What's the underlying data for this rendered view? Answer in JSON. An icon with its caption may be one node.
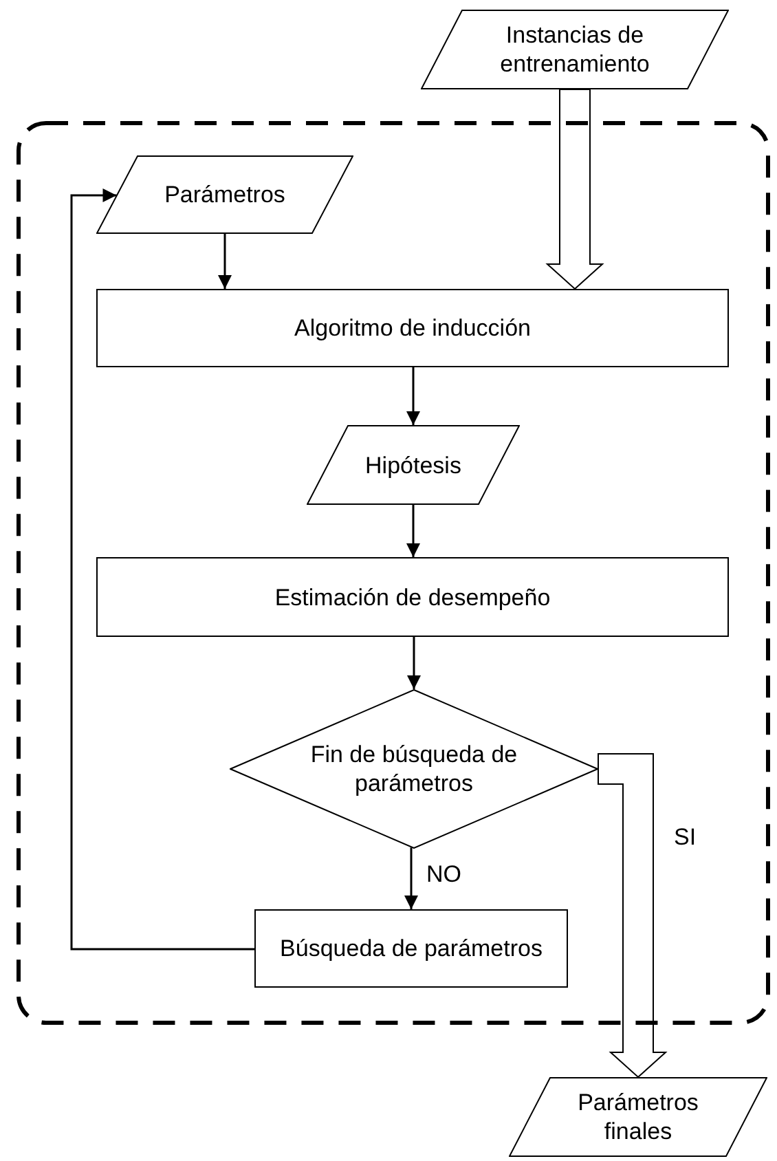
{
  "diagram": {
    "nodes": [
      {
        "text": [
          "Instancias de entrenamiento"
        ]
      },
      {
        "text": [],
        "shape": "box"
      },
      {
        "text": [
          "Parámetros"
        ],
        "in": 1
      },
      {
        "text": [
          "Algoritmo de inducción"
        ],
        "in": 1
      },
      {
        "text": [
          "Hipótesis"
        ],
        "in": 1
      },
      {
        "text": [
          "Estimación de desempeño"
        ],
        "in": 1
      },
      {
        "text": [
          "Fin de búsqueda de parámetros"
        ],
        "in": 1
      },
      {
        "text": [
          "Búsqueda de parámetros"
        ],
        "in": 1
      },
      {
        "text": [
          "Parámetros finales"
        ]
      }
    ],
    "edges": [
      {
        "from": 0,
        "to": 3,
        "arrow": "to",
        "style": "thick"
      },
      {
        "from": 2,
        "to": 3,
        "arrow": "to"
      },
      {
        "from": 3,
        "to": 4,
        "arrow": "to"
      },
      {
        "from": 4,
        "to": 5,
        "arrow": "to"
      },
      {
        "from": 5,
        "to": 6,
        "arrow": "to"
      },
      {
        "from": 6,
        "to": 7,
        "arrow": "to",
        "label": "NO"
      },
      {
        "from": 7,
        "to": 2,
        "arrow": "to"
      },
      {
        "from": 6,
        "to": 8,
        "arrow": "to",
        "label": "SI",
        "style": "thick"
      }
    ]
  }
}
